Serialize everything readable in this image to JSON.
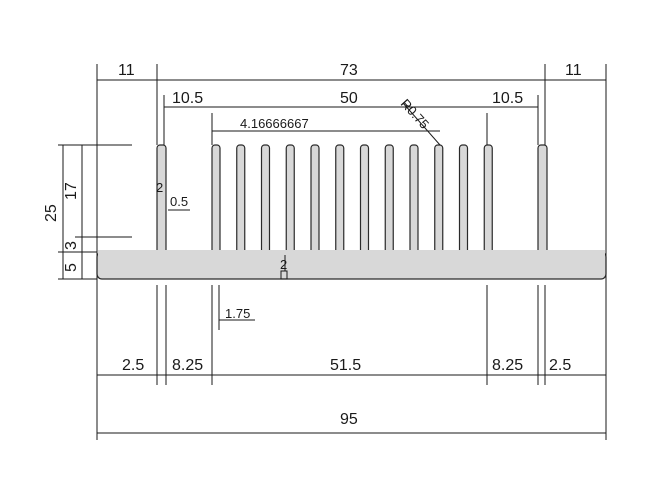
{
  "drawing": {
    "top_dims": {
      "left_margin": "11",
      "overall_top": "73",
      "right_margin": "11"
    },
    "second_row_dims": {
      "left_offset": "10.5",
      "fin_span": "50",
      "right_offset": "10.5"
    },
    "annotations": {
      "pitch": "4.16666667",
      "radius": "R0.75",
      "fin_thickness": "2",
      "tip_gap": "0.5",
      "base_fin_thickness": "2",
      "fin_step": "1.75"
    },
    "height_dims": {
      "overall": "25",
      "fin_height": "17",
      "fillet_zone": "3",
      "base": "5"
    },
    "bottom_dims": {
      "left_edge": "2.5",
      "left_gap": "8.25",
      "center_span": "51.5",
      "right_gap": "8.25",
      "right_edge": "2.5",
      "overall_width": "95"
    },
    "colors": {
      "profile_fill": "#d8d8d8",
      "outline": "#2a2a2a",
      "background": "#ffffff"
    }
  }
}
